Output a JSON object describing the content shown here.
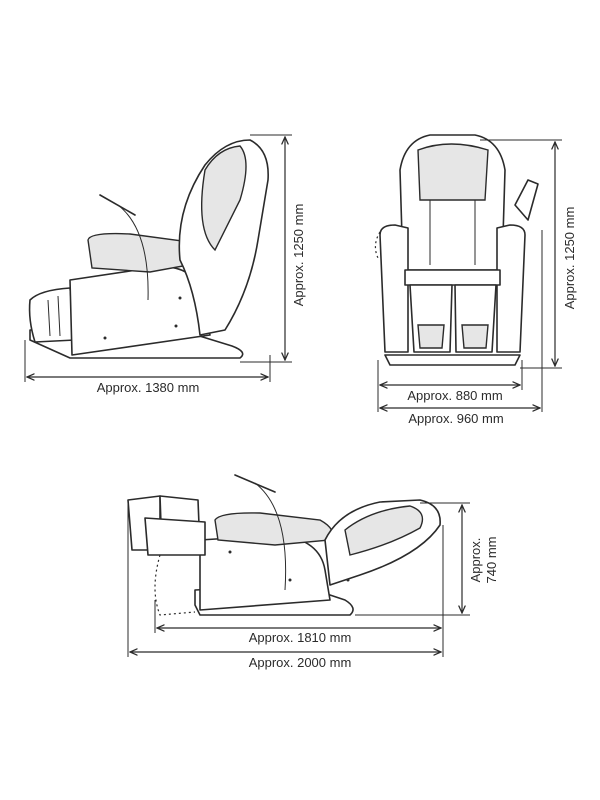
{
  "side_view": {
    "height_label": "Approx. 1250 mm",
    "length_label": "Approx. 1380 mm"
  },
  "front_view": {
    "height_label": "Approx. 1250 mm",
    "inner_width_label": "Approx. 880 mm",
    "outer_width_label": "Approx. 960 mm"
  },
  "reclined_view": {
    "height_label_line1": "Approx.",
    "height_label_line2": "740 mm",
    "inner_length_label": "Approx. 1810 mm",
    "outer_length_label": "Approx. 2000 mm"
  },
  "colors": {
    "line": "#2b2b2b",
    "background": "#ffffff"
  }
}
